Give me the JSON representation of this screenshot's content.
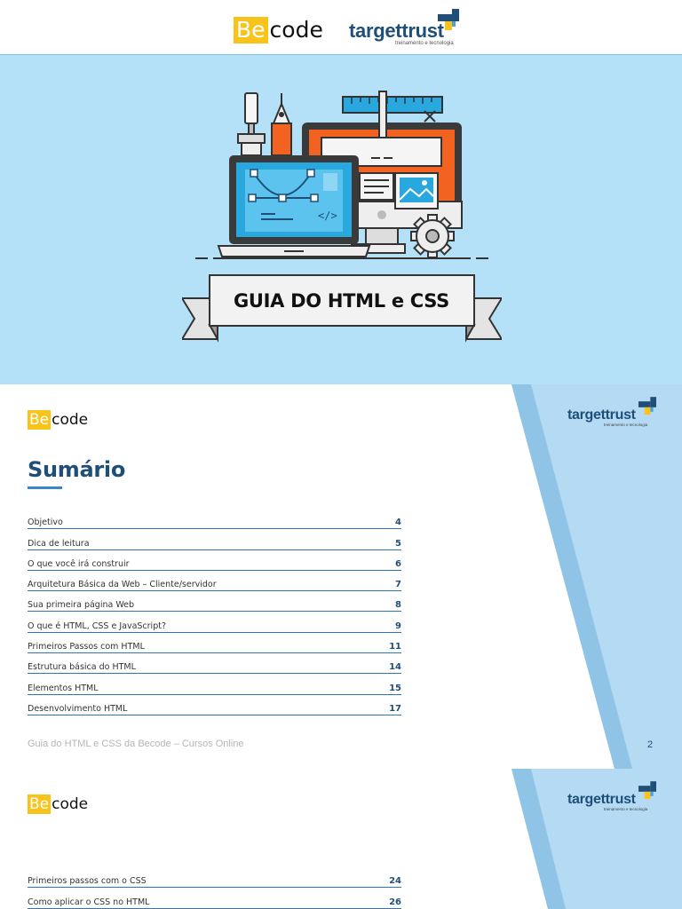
{
  "cover": {
    "becode_logo": {
      "be": "Be",
      "code": "code"
    },
    "targettrust_logo": {
      "word": "targettrust",
      "tagline": "treinamento e tecnologia"
    },
    "title": "GUIA DO HTML e CSS",
    "illustration_icons": [
      "laptop-icon",
      "monitor-icon",
      "ruler-icon",
      "pen-tool-icon",
      "gear-icon",
      "image-icon",
      "code-icon"
    ]
  },
  "page2": {
    "becode_logo": {
      "be": "Be",
      "code": "code"
    },
    "targettrust_logo": {
      "word": "targettrust",
      "tagline": "treinamento e tecnologia"
    },
    "heading": "Sumário",
    "toc": [
      {
        "title": "Objetivo",
        "page": "4"
      },
      {
        "title": "Dica de leitura",
        "page": "5"
      },
      {
        "title": "O que você irá construir",
        "page": "6"
      },
      {
        "title": "Arquitetura Básica da Web – Cliente/servidor",
        "page": "7"
      },
      {
        "title": "Sua primeira página Web",
        "page": "8"
      },
      {
        "title": "O que é HTML, CSS e JavaScript?",
        "page": "9"
      },
      {
        "title": "Primeiros Passos com HTML",
        "page": "11"
      },
      {
        "title": "Estrutura básica do HTML",
        "page": "14"
      },
      {
        "title": "Elementos HTML",
        "page": "15"
      },
      {
        "title": "Desenvolvimento HTML",
        "page": "17"
      }
    ],
    "footer": "Guia do HTML e CSS da Becode – Cursos Online",
    "page_number": "2"
  },
  "page3": {
    "becode_logo": {
      "be": "Be",
      "code": "code"
    },
    "targettrust_logo": {
      "word": "targettrust",
      "tagline": "treinamento e tecnologia"
    },
    "toc": [
      {
        "title": "Primeiros passos com o CSS",
        "page": "24"
      },
      {
        "title": "Como aplicar o CSS no HTML",
        "page": "26"
      }
    ]
  },
  "colors": {
    "cover_bg": "#b4e1f7",
    "brand_navy": "#1f4e79",
    "brand_yellow": "#f8c31a",
    "accent_orange": "#f26322",
    "accent_blue": "#2e75b6"
  }
}
